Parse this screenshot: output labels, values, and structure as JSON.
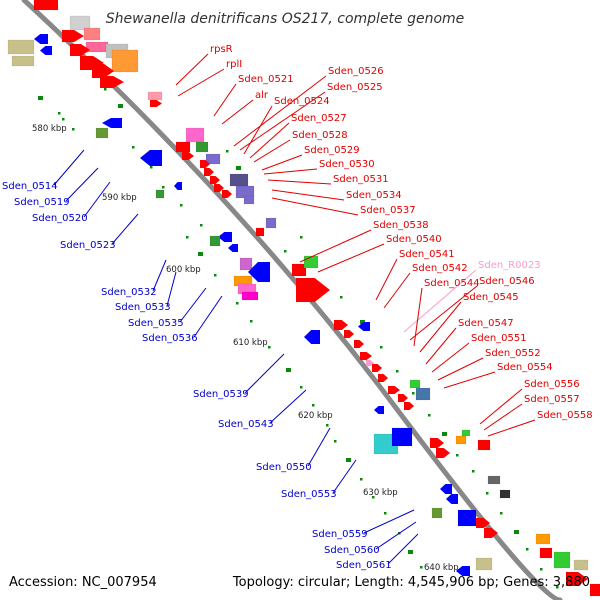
{
  "title": "Shewanella denitrificans OS217, complete genome",
  "footer": {
    "accession": "Accession: NC_007954",
    "topology": "Topology: circular; Length: 4,545,906 bp; Genes: 3,880"
  },
  "colors": {
    "backbone": "#888888",
    "forward_label": "#e00000",
    "reverse_label": "#0000cc",
    "rna_label": "#ff99cc",
    "forward_feature": "#ff0000",
    "reverse_feature": "#0000ff",
    "tick": "#0a8a0a"
  },
  "kbp_labels": [
    "580 kbp",
    "590 kbp",
    "600 kbp",
    "610 kbp",
    "620 kbp",
    "630 kbp",
    "640 kbp"
  ],
  "forward_labels": [
    "rpsR",
    "rplI",
    "Sden_0521",
    "alr",
    "Sden_0526",
    "Sden_0525",
    "Sden_0524",
    "Sden_0527",
    "Sden_0528",
    "Sden_0529",
    "Sden_0530",
    "Sden_0531",
    "Sden_0534",
    "Sden_0537",
    "Sden_0538",
    "Sden_0540",
    "Sden_0541",
    "Sden_0542",
    "Sden_R0023",
    "Sden_0546",
    "Sden_0544",
    "Sden_0545",
    "Sden_0547",
    "Sden_0551",
    "Sden_0552",
    "Sden_0554",
    "Sden_0556",
    "Sden_0557",
    "Sden_0558"
  ],
  "reverse_labels": [
    "Sden_0514",
    "Sden_0519",
    "Sden_0520",
    "Sden_0523",
    "Sden_0532",
    "Sden_0533",
    "Sden_0535",
    "Sden_0536",
    "Sden_0539",
    "Sden_0543",
    "Sden_0550",
    "Sden_0553",
    "Sden_0559",
    "Sden_0560",
    "Sden_0561"
  ]
}
